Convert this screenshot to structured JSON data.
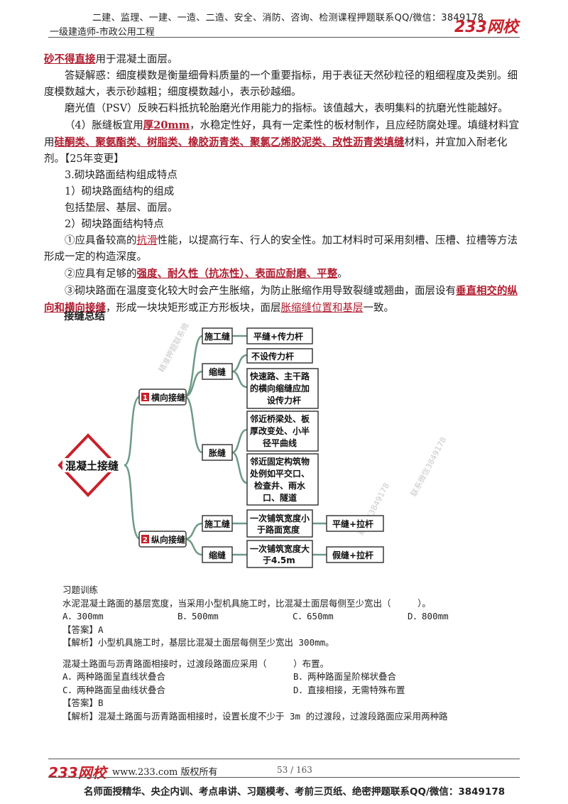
{
  "header": {
    "top_line": "二建、监理、一建、一造、二造、安全、消防、咨询、检测课程押题联系QQ/微信：3849178",
    "subtitle": "一级建造师-市政公用工程",
    "logo": "233网校"
  },
  "content": {
    "l1_red": "砂不得直接",
    "l1_rest": "用于混凝土面层。",
    "p2": "答疑解惑：细度模数是衡量细骨料质量的一个重要指标，用于表征天然砂粒径的粗细程度及类别。细度模数越大，表示砂越粗；细度模数越小，表示砂越细。",
    "p3": "磨光值（PSV）反映石料抵抗轮胎磨光作用能力的指标。该值越大，表明集料的抗磨光性能越好。",
    "p4_a": "（4）胀缝板宜用",
    "p4_red1": "厚20mm",
    "p4_b": "，水稳定性好，具有一定柔性的板材制作，且应经防腐处理。填缝材料宜用",
    "p4_red2": "硅酮类、聚氨酯类、树脂类、橡胶沥青类、聚氯乙烯胶泥类、改性沥青类填缝",
    "p4_c": "材料，并宜加入耐老化剂。【25年变更】",
    "p5": "3.砌块路面结构组成特点",
    "p6": "1）砌块路面结构的组成",
    "p7": "包括垫层、基层、面层。",
    "p8": "2）砌块路面结构特点",
    "p9_a": "①应具备较高的",
    "p9_red": "抗滑",
    "p9_b": "性能，以提高行车、行人的安全性。加工材料时可采用刻槽、压槽、拉槽等方法形成一定的构造深度。",
    "p10_a": "②应具有足够的",
    "p10_red": "强度、耐久性（抗冻性）、表面应耐磨、平整",
    "p10_b": "。",
    "p11_a": "③砌块路面在温度变化较大时会产生胀缩，为防止胀缩作用导致裂缝或翘曲，面层设有",
    "p11_red1": "垂直相交的纵向和横向接缝",
    "p11_b": "，形成一块块矩形或正方形板块，面层",
    "p11_red2": "胀缩缝位置和基层",
    "p11_c": "一致。"
  },
  "diagram": {
    "section_title": "接缝总结",
    "root": "混凝土接缝",
    "transverse_num": "1",
    "transverse": "横向接缝",
    "longitudinal_num": "2",
    "longitudinal": "纵向接缝",
    "t_construction": "施工缝",
    "t_construction_leaf": "平缝+传力杆",
    "t_shrink": "缩缝",
    "t_shrink_leaf1": "不设传力杆",
    "t_shrink_leaf2_l1": "快速路、主干路",
    "t_shrink_leaf2_l2": "的横向缩缝应加",
    "t_shrink_leaf2_l3": "设传力杆",
    "t_expand": "胀缝",
    "t_expand_leaf1_l1": "邻近桥梁处、板",
    "t_expand_leaf1_l2": "厚改变处、小半",
    "t_expand_leaf1_l3": "径平曲线",
    "t_expand_leaf2_l1": "邻近固定构筑物",
    "t_expand_leaf2_l2": "处例如平交口、",
    "t_expand_leaf2_l3": "检查井、雨水",
    "t_expand_leaf2_l4": "口、隧道",
    "l_construction": "施工缝",
    "l_construction_mid_l1": "一次铺筑宽度小",
    "l_construction_mid_l2": "于路面宽度",
    "l_construction_leaf": "平缝+拉杆",
    "l_shrink": "缩缝",
    "l_shrink_mid_l1": "一次铺筑宽度大",
    "l_shrink_mid_l2": "于4.5m",
    "l_shrink_leaf": "假缝+拉杆",
    "watermark1": "精准押题联系微信3849178",
    "watermark2": "联系微信3849178",
    "watermark3": "系微信3849178"
  },
  "exercises": {
    "title": "习题训练",
    "q1": "水泥混凝土路面的基层宽度，当采用小型机具施工时，比混凝土面层每侧至少宽出（     ）。",
    "q1_a": "A．300mm",
    "q1_b": "B．500mm",
    "q1_c": "C．650mm",
    "q1_d": "D．800mm",
    "q1_answer": "【答案】A",
    "q1_explain": "【解析】小型机具施工时，基层比混凝土面层每侧至少宽出 300mm。",
    "q2": "混凝土路面与沥青路面相接时，过渡段路面应采用（     ）布置。",
    "q2_a": "A．两种路面呈直线状叠合",
    "q2_b": "B．两种路面呈阶梯状叠合",
    "q2_c": "C．两种路面呈曲线状叠合",
    "q2_d": "D．直接相接，无需特殊布置",
    "q2_answer": "【答案】B",
    "q2_explain": "【解析】混凝土路面与沥青路面相接时，设置长度不少于 3m 的过渡段，过渡段路面应采用两种路"
  },
  "footer": {
    "logo": "233网校",
    "copyright": "www.233.com 版权所有",
    "page": "53 / 163",
    "bottom_line": "名师面授精华、央企内训、考点串讲、习题模考、考前三页纸、绝密押题联系QQ/微信：3849178"
  }
}
